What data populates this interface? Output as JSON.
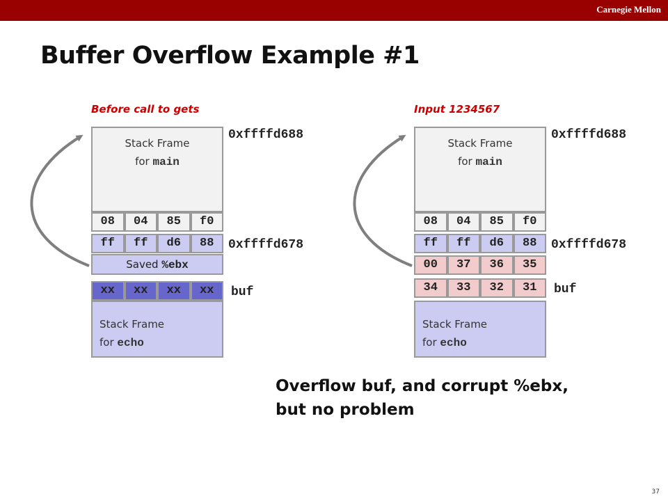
{
  "header": {
    "org": "Carnegie Mellon"
  },
  "slide": {
    "title": "Buffer Overflow Example #1",
    "number": "37"
  },
  "left_diagram": {
    "caption": "Before call to gets",
    "main_frame": {
      "line1": "Stack Frame",
      "line2_prefix": "for ",
      "line2_code": "main"
    },
    "return_row_top": [
      "08",
      "04",
      "85",
      "f0"
    ],
    "return_row_bottom": [
      "ff",
      "ff",
      "d6",
      "88"
    ],
    "saved": {
      "prefix": "Saved ",
      "code": "%ebx"
    },
    "buf_row": [
      "xx",
      "xx",
      "xx",
      "xx"
    ],
    "echo_frame": {
      "line1": "Stack Frame",
      "line2_prefix": "for ",
      "line2_code": "echo"
    },
    "addr_top": "0xffffd688",
    "addr_mid": "0xffffd678",
    "buf_label": "buf"
  },
  "right_diagram": {
    "caption": "Input 1234567",
    "main_frame": {
      "line1": "Stack Frame",
      "line2_prefix": "for ",
      "line2_code": "main"
    },
    "return_row_top": [
      "08",
      "04",
      "85",
      "f0"
    ],
    "return_row_bottom": [
      "ff",
      "ff",
      "d6",
      "88"
    ],
    "saved_row": [
      "00",
      "37",
      "36",
      "35"
    ],
    "buf_row": [
      "34",
      "33",
      "32",
      "31"
    ],
    "echo_frame": {
      "line1": "Stack Frame",
      "line2_prefix": "for ",
      "line2_code": "echo"
    },
    "addr_top": "0xffffd688",
    "addr_mid": "0xffffd678",
    "buf_label": "buf"
  },
  "note": {
    "line1": "Overflow buf, and corrupt %ebx,",
    "line2": "but no problem"
  },
  "colors": {
    "header": "#990000",
    "caption": "#cc0000",
    "frame_gray": "#f2f2f2",
    "frame_lavender": "#ccccf2",
    "corrupt_pink": "#f2cccc",
    "buf_purple": "#6666cc",
    "border": "#999999",
    "arrow": "#7f7f7f"
  }
}
